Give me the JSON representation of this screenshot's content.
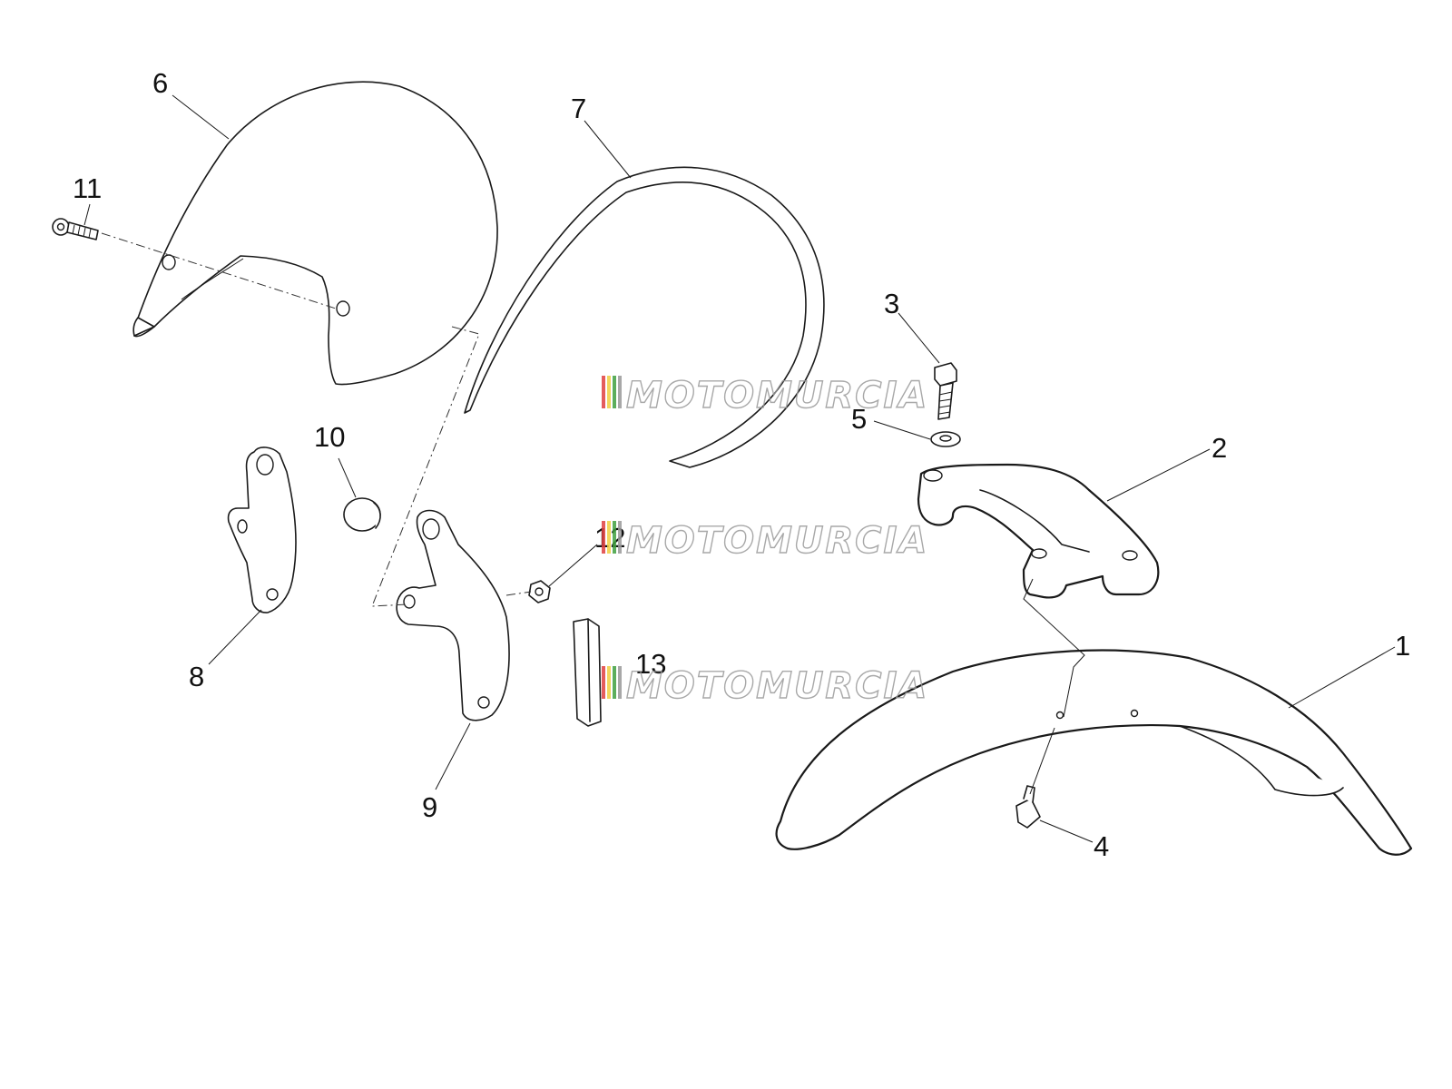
{
  "callouts": {
    "c1": "1",
    "c2": "2",
    "c3": "3",
    "c4": "4",
    "c5": "5",
    "c6": "6",
    "c7": "7",
    "c8": "8",
    "c9": "9",
    "c10": "10",
    "c11": "11",
    "c12": "12",
    "c13": "13"
  },
  "watermark": {
    "text": "MOTOMURCIA",
    "colors": [
      "#e04040",
      "#f0d040",
      "#40a040",
      "#9a9a9a"
    ]
  }
}
